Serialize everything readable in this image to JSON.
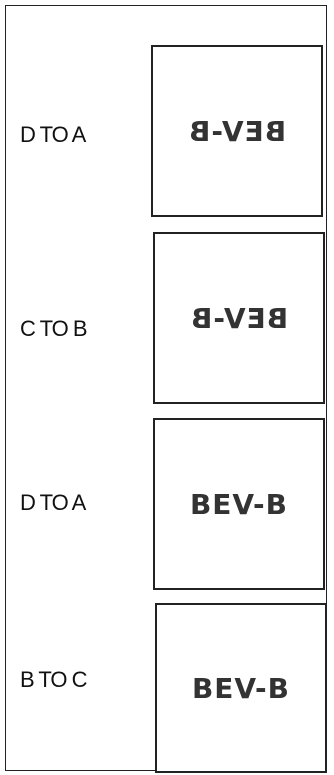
{
  "panels": [
    {
      "label": "D TO A",
      "tile_text": "BEV-B",
      "mirrored": true
    },
    {
      "label": "C TO B",
      "tile_text": "BEV-B",
      "mirrored": true
    },
    {
      "label": "D TO A",
      "tile_text": "BEV-B",
      "mirrored": false
    },
    {
      "label": "B TO C",
      "tile_text": "BEV-B",
      "mirrored": false
    }
  ]
}
